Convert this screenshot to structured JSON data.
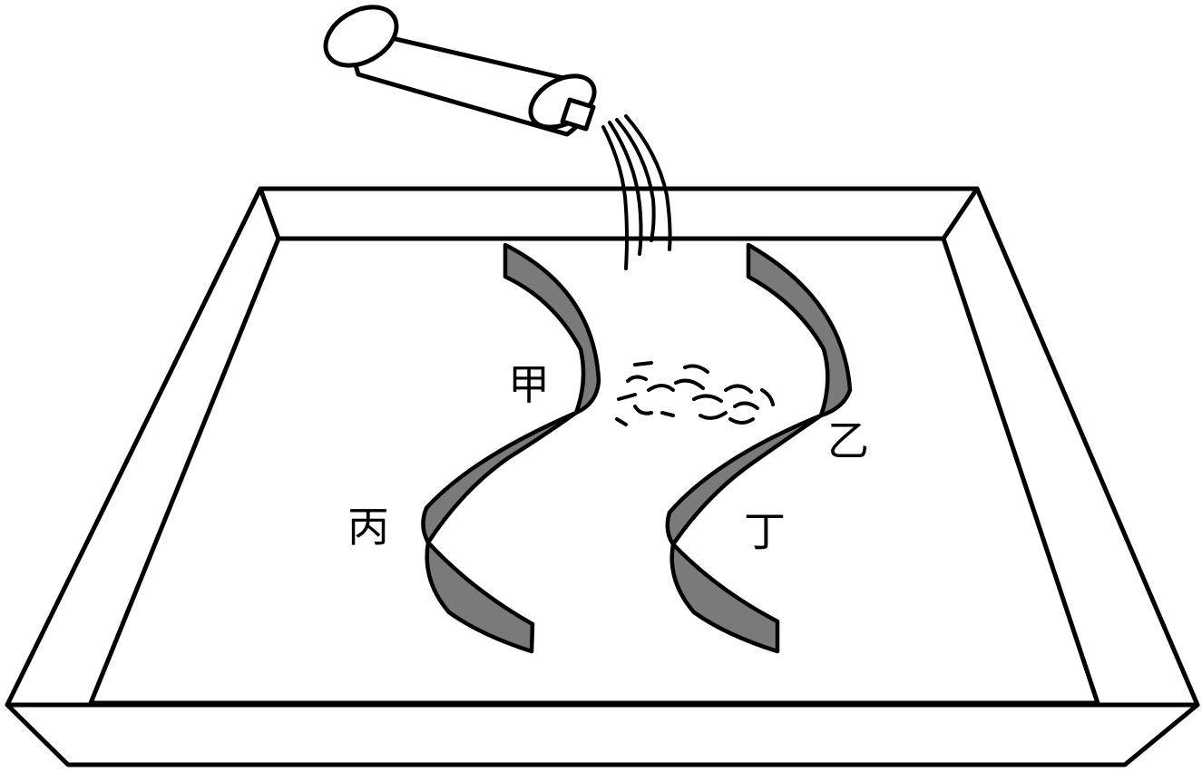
{
  "labels": {
    "jia": "甲",
    "yi": "乙",
    "bing": "丙",
    "ding": "丁"
  },
  "colors": {
    "ribbon_fill": "#7a7a7a",
    "line": "#000000",
    "background": "#ffffff"
  }
}
